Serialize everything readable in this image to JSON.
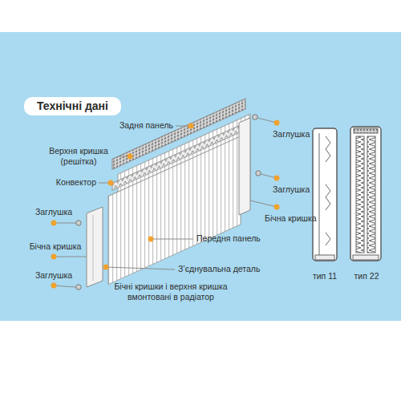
{
  "diagram": {
    "title": "Технічні дані",
    "labels": [
      "Задня панель",
      "Верхня кришка (решітка)",
      "Конвектор",
      "Заглушка",
      "Бічна кришка",
      "Заглушка",
      "Заглушка",
      "Заглушка",
      "Бічна кришка",
      "Передня панель",
      "З’єднувальна деталь",
      "Бічні кришки і верхня кришка вмонтовані в радіатор",
      "тип 11",
      "тип 22"
    ]
  }
}
